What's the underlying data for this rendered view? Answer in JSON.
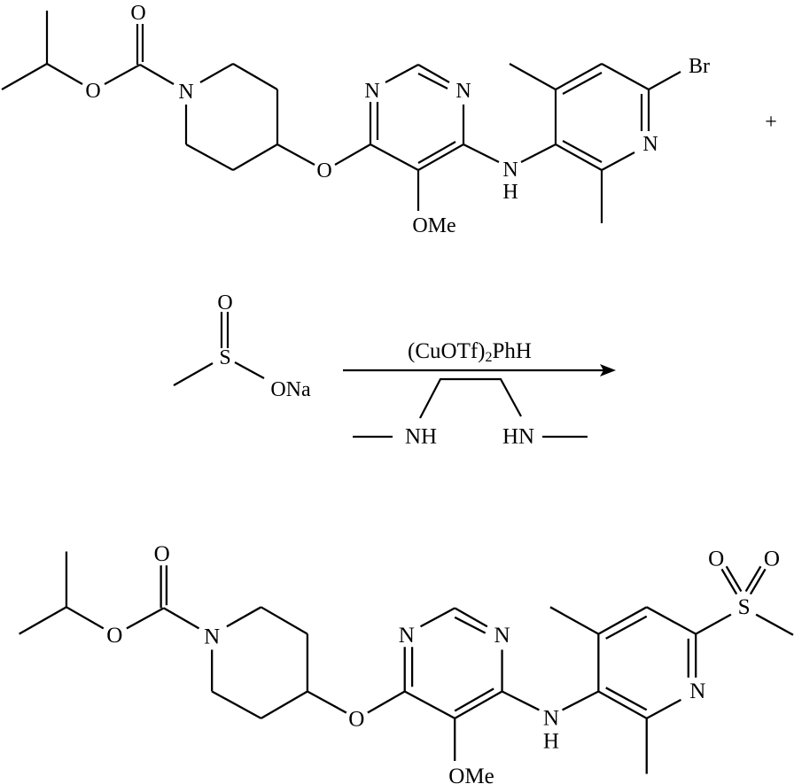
{
  "reactant_aryl_bromide": {
    "atoms": {
      "carbonyl_o": "O",
      "ester_o": "O",
      "piperidine_n": "N",
      "ether_o": "O",
      "pyrimidine_n1": "N",
      "pyrimidine_n3": "N",
      "amine_n": "N",
      "amine_h": "H",
      "methoxy": "OMe",
      "pyridine_n": "N",
      "bromine": "Br"
    }
  },
  "plus_sign": "+",
  "reactant_sulfinate": {
    "sulfinyl_o": "O",
    "sulfur": "S",
    "sodium_oxide": "ONa"
  },
  "reagents": {
    "catalyst_prefix": "(CuOTf)",
    "catalyst_subscript": "2",
    "catalyst_suffix": "PhH",
    "ligand_left_amine": "NH",
    "ligand_right_amine": "HN"
  },
  "product": {
    "atoms": {
      "carbonyl_o": "O",
      "ester_o": "O",
      "piperidine_n": "N",
      "ether_o": "O",
      "pyrimidine_n1": "N",
      "pyrimidine_n3": "N",
      "amine_n": "N",
      "amine_h": "H",
      "methoxy": "OMe",
      "pyridine_n": "N",
      "sulfur": "S",
      "sulfonyl_o1": "O",
      "sulfonyl_o2": "O"
    }
  }
}
